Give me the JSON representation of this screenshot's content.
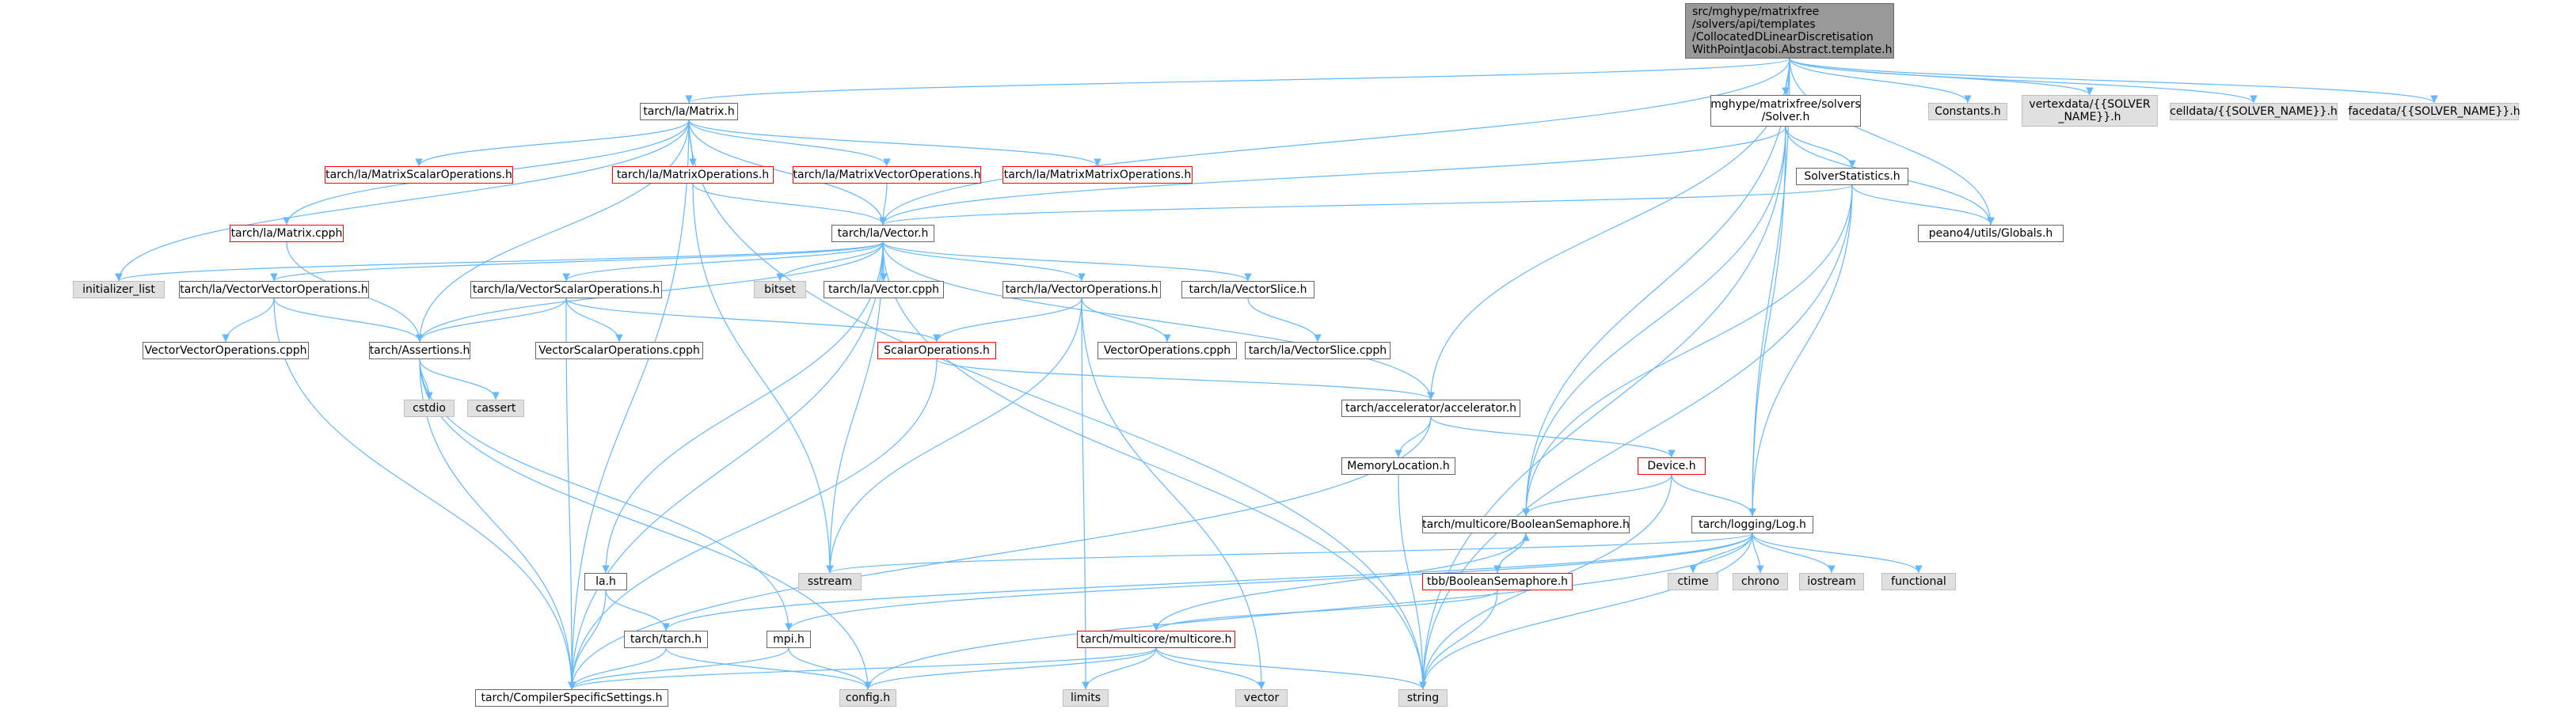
{
  "colors": {
    "edge": "#63b8ff",
    "node_border": "#666666",
    "system_fill": "#e0e0e0",
    "system_border": "#bfbfbf",
    "truncated_border": "#ff0000",
    "root_fill": "#999999"
  },
  "nodes": {
    "root": "src/mghype/matrixfree\n/solvers/api/templates\n/CollocatedDLinearDiscretisation\nWithPointJacobi.Abstract.template.h",
    "matrix_h": "tarch/la/Matrix.h",
    "solver_h": "mghype/matrixfree/solvers\n/Solver.h",
    "constants_h": "Constants.h",
    "vertexdata": "vertexdata/{{SOLVER\n_NAME}}.h",
    "celldata": "celldata/{{SOLVER_NAME}}.h",
    "facedata": "facedata/{{SOLVER_NAME}}.h",
    "matrix_scalar_ops": "tarch/la/MatrixScalarOperations.h",
    "matrix_ops": "tarch/la/MatrixOperations.h",
    "matrix_vector_ops": "tarch/la/MatrixVectorOperations.h",
    "matrix_matrix_ops": "tarch/la/MatrixMatrixOperations.h",
    "solver_statistics": "SolverStatistics.h",
    "globals": "peano4/utils/Globals.h",
    "matrix_cpph": "tarch/la/Matrix.cpph",
    "vector_h": "tarch/la/Vector.h",
    "initializer_list": "initializer_list",
    "vvops": "tarch/la/VectorVectorOperations.h",
    "vsops": "tarch/la/VectorScalarOperations.h",
    "bitset": "bitset",
    "vector_cpph": "tarch/la/Vector.cpph",
    "vops": "tarch/la/VectorOperations.h",
    "vslice": "tarch/la/VectorSlice.h",
    "vvops_cpph": "VectorVectorOperations.cpph",
    "assertions": "tarch/Assertions.h",
    "vsops_cpph": "VectorScalarOperations.cpph",
    "scalar_ops": "ScalarOperations.h",
    "vops_cpph": "VectorOperations.cpph",
    "vslice_cpph": "tarch/la/VectorSlice.cpph",
    "cstdio": "cstdio",
    "cassert": "cassert",
    "accelerator": "tarch/accelerator/accelerator.h",
    "memory_location": "MemoryLocation.h",
    "device": "Device.h",
    "boolean_semaphore": "tarch/multicore/BooleanSemaphore.h",
    "log": "tarch/logging/Log.h",
    "sstream": "sstream",
    "ctime": "ctime",
    "chrono": "chrono",
    "iostream": "iostream",
    "functional": "functional",
    "la_h": "la.h",
    "tbb_semaphore": "tbb/BooleanSemaphore.h",
    "tarch_h": "tarch/tarch.h",
    "mpi_h": "mpi.h",
    "multicore_h": "tarch/multicore/multicore.h",
    "compiler_settings": "tarch/CompilerSpecificSettings.h",
    "config_h": "config.h",
    "limits": "limits",
    "vector": "vector",
    "string": "string"
  }
}
